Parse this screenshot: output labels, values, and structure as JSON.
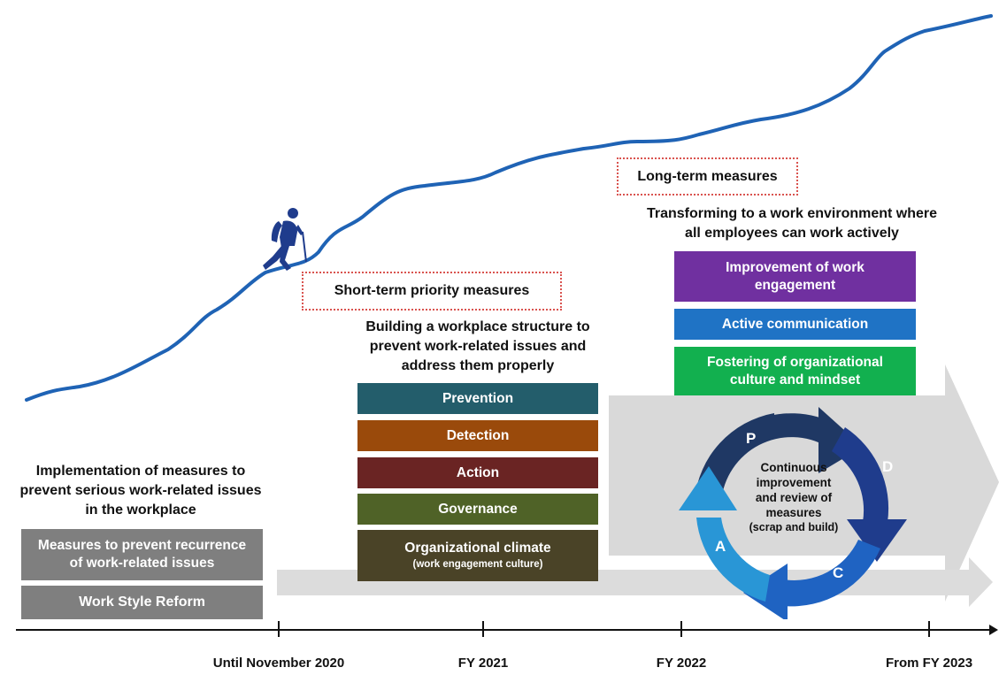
{
  "phase_past": {
    "heading": [
      "Implementation of measures to",
      "prevent serious work-related issues",
      "in the workplace"
    ],
    "boxes": [
      {
        "lines": [
          "Measures to prevent recurrence",
          "of work-related issues"
        ],
        "color": "#7f7f7f"
      },
      {
        "lines": [
          "Work Style Reform"
        ],
        "color": "#7f7f7f"
      }
    ]
  },
  "phase_short": {
    "tag": "Short-term priority measures",
    "heading": [
      "Building a workplace structure to",
      "prevent work-related issues and",
      "address them properly"
    ],
    "boxes": [
      {
        "label": "Prevention",
        "color": "#235d6b"
      },
      {
        "label": "Detection",
        "color": "#9a4a0b"
      },
      {
        "label": "Action",
        "color": "#6a2423"
      },
      {
        "label": "Governance",
        "color": "#4f6227"
      },
      {
        "label": "Organizational climate",
        "sub": "(work engagement culture)",
        "color": "#4a4327"
      }
    ]
  },
  "phase_long": {
    "tag": "Long-term measures",
    "heading": [
      "Transforming to a work environment where",
      "all employees can work actively"
    ],
    "boxes": [
      {
        "lines": [
          "Improvement of work",
          "engagement"
        ],
        "color": "#7030a0"
      },
      {
        "lines": [
          "Active communication"
        ],
        "color": "#1f73c5"
      },
      {
        "lines": [
          "Fostering of organizational",
          "culture and mindset"
        ],
        "color": "#12b04f"
      }
    ]
  },
  "pdca": {
    "letters": [
      "P",
      "D",
      "C",
      "A"
    ],
    "center_lines": [
      "Continuous",
      "improvement",
      "and review of",
      "measures"
    ],
    "center_sub": "(scrap and build)",
    "colors": [
      "#1f3864",
      "#1f3c8c",
      "#1f63c2",
      "#2996d6"
    ]
  },
  "timeline": {
    "labels": [
      "Until November 2020",
      "FY 2021",
      "FY 2022",
      "From FY 2023"
    ]
  },
  "icons": {
    "climber": "hiker-icon"
  }
}
